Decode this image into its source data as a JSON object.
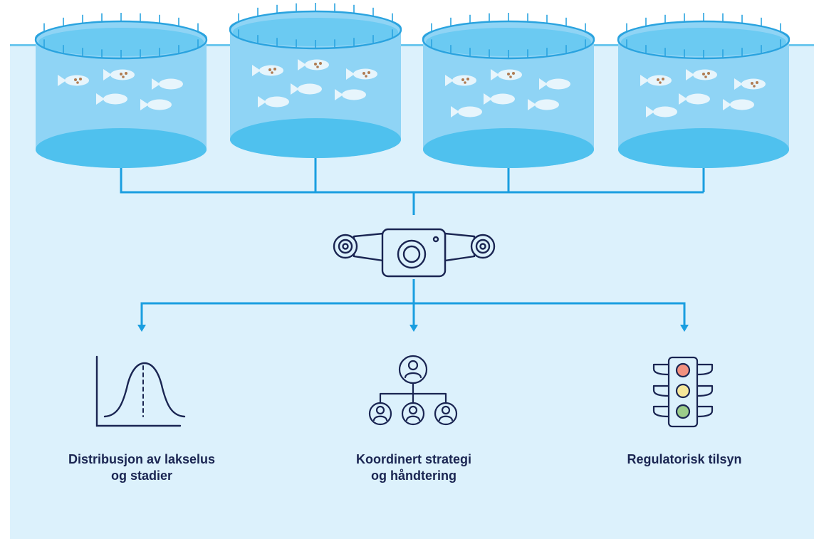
{
  "colors": {
    "water": "#dcf1fc",
    "water_surface": "#6cc7ee",
    "pen_fill": "#8fd4f5",
    "pen_bottom": "#4fc1ee",
    "pen_rim": "#2aa3df",
    "connector": "#1a9ee0",
    "fish": "#e7f5fc",
    "lice": "#b07b52",
    "icon_stroke": "#1a2552",
    "light_red": "#f2917f",
    "light_yellow": "#f5e79a",
    "light_green": "#9ccc8a"
  },
  "pens": [
    {
      "name": "pen-1",
      "fish_count": 5,
      "lice_infested_fish": 2
    },
    {
      "name": "pen-2",
      "fish_count": 6,
      "lice_infested_fish": 3
    },
    {
      "name": "pen-3",
      "fish_count": 6,
      "lice_infested_fish": 2
    },
    {
      "name": "pen-4",
      "fish_count": 6,
      "lice_infested_fish": 3
    }
  ],
  "center_device": {
    "icon": "underwater-camera-drone-icon"
  },
  "outputs": [
    {
      "icon": "bell-curve-distribution-icon",
      "line1": "Distribusjon av lakselus",
      "line2": "og stadier"
    },
    {
      "icon": "org-hierarchy-icon",
      "line1": "Koordinert strategi",
      "line2": "og håndtering"
    },
    {
      "icon": "traffic-light-icon",
      "line1": "Regulatorisk tilsyn",
      "line2": ""
    }
  ]
}
